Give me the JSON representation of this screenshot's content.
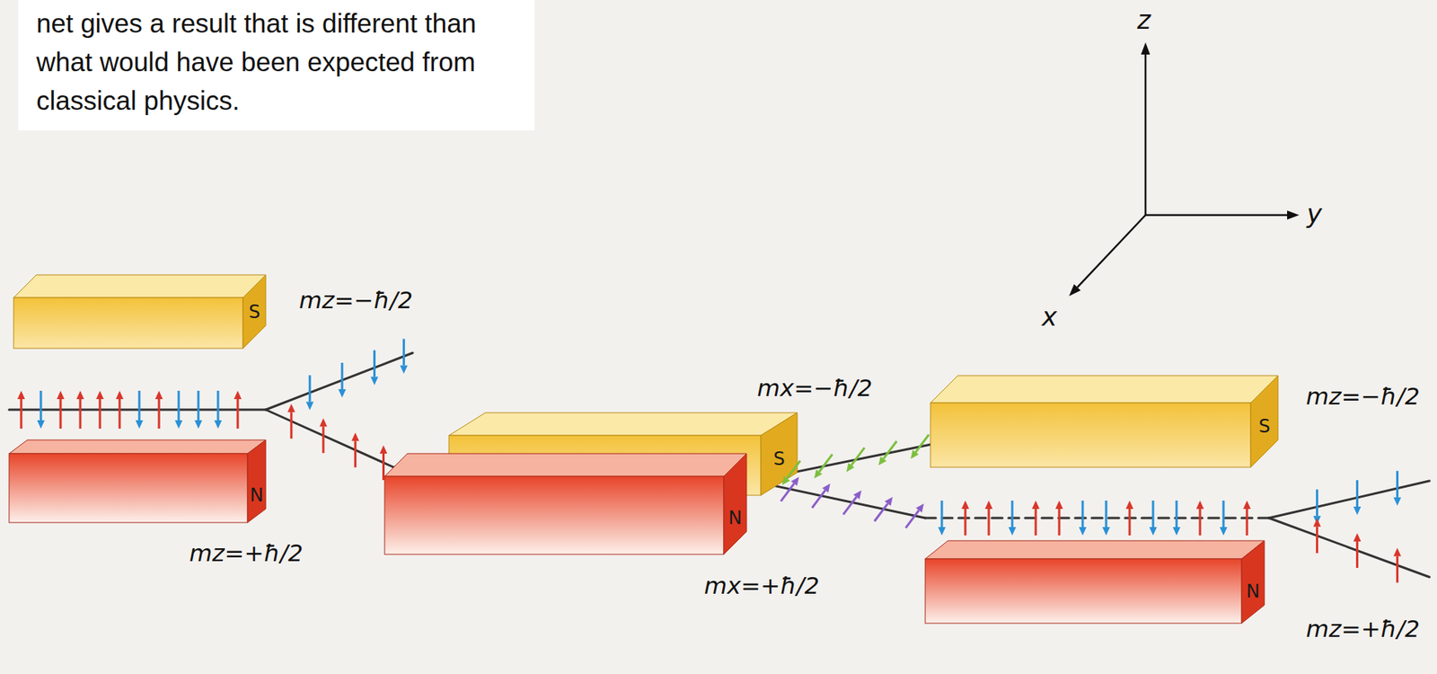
{
  "diagram": {
    "nodes": [
      {
        "text": [
          "S"
        ]
      },
      {
        "text": [
          "N"
        ]
      },
      {
        "text": [
          "S"
        ]
      },
      {
        "text": [
          "N"
        ]
      },
      {
        "text": [
          "S"
        ]
      },
      {
        "text": [
          "N"
        ]
      }
    ],
    "labels": [
      "net gives a result that is different than what would have been expected from classical physics.",
      "z",
      "y",
      "x",
      "mz=−ħ/2",
      "mz=+ħ/2",
      "mx=−ħ/2",
      "mx=+ħ/2",
      "mz=−ħ/2",
      "mz=+ħ/2"
    ]
  }
}
